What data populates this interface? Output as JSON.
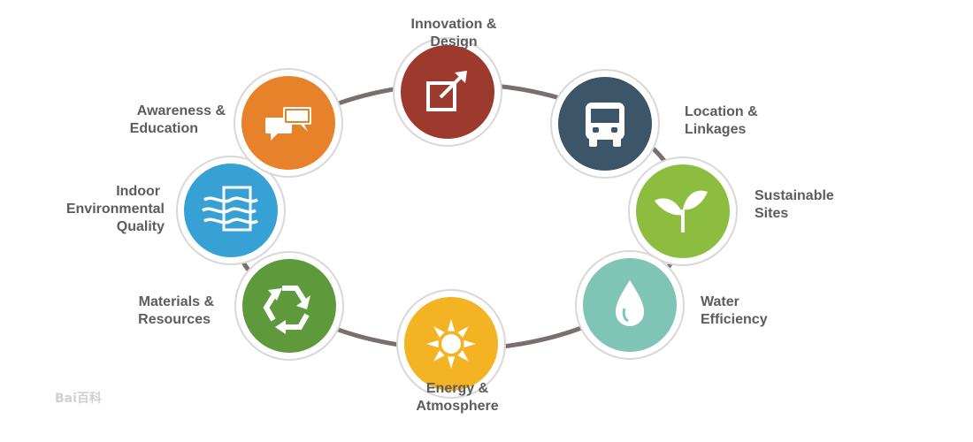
{
  "diagram": {
    "nodes": [
      {
        "id": "innovation",
        "lines": [
          "Innovation &",
          "Design"
        ],
        "color": "#9c3a2e",
        "icon": "pencil-arrow-icon"
      },
      {
        "id": "location",
        "lines": [
          "Location &",
          "Linkages"
        ],
        "color": "#3d5569",
        "icon": "bus-icon"
      },
      {
        "id": "sustainable",
        "lines": [
          "Sustainable",
          "Sites"
        ],
        "color": "#8cbd3f",
        "icon": "sprout-icon"
      },
      {
        "id": "water",
        "lines": [
          "Water",
          "Efficiency"
        ],
        "color": "#7fc4b5",
        "icon": "water-drop-icon"
      },
      {
        "id": "energy",
        "lines": [
          "Energy &",
          "Atmosphere"
        ],
        "color": "#f4b323",
        "icon": "sun-icon"
      },
      {
        "id": "materials",
        "lines": [
          "Materials &",
          "Resources"
        ],
        "color": "#5e9a3c",
        "icon": "recycle-icon"
      },
      {
        "id": "indoor",
        "lines": [
          "Indoor",
          "Environmental",
          "Quality"
        ],
        "color": "#37a1d6",
        "icon": "air-flow-icon"
      },
      {
        "id": "awareness",
        "lines": [
          "Awareness &",
          "Education"
        ],
        "color": "#e8822a",
        "icon": "speech-bubbles-icon"
      }
    ],
    "ring_color": "#7a6e6e"
  },
  "watermark": {
    "text": "Bai百科"
  }
}
